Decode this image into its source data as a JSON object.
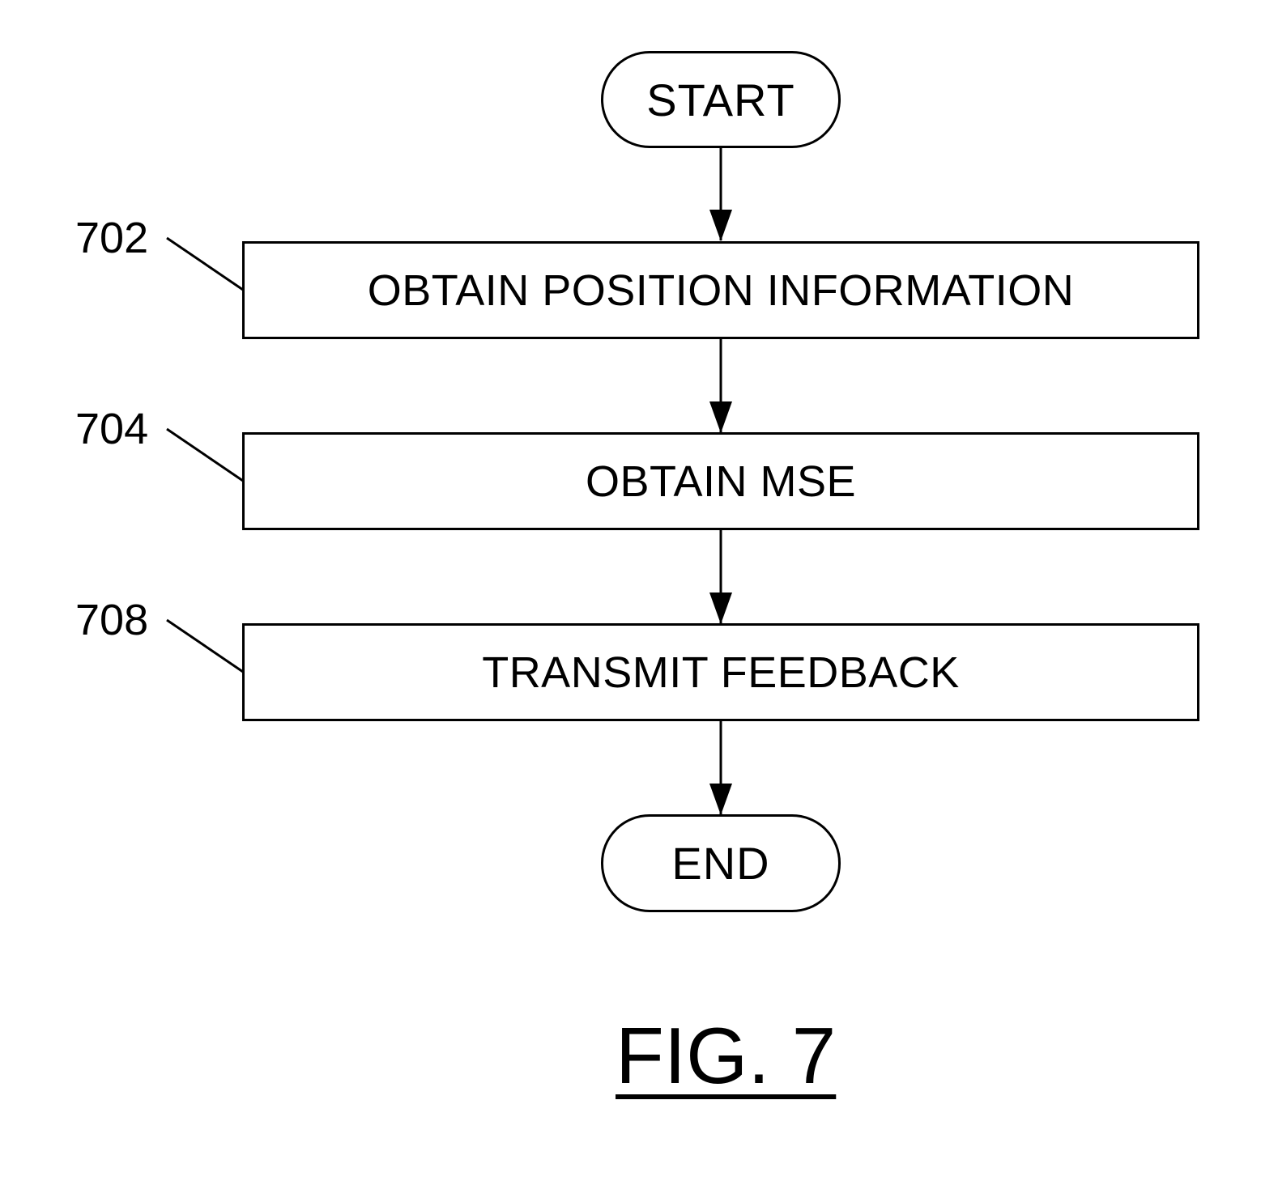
{
  "diagram": {
    "start_label": "START",
    "end_label": "END",
    "steps": [
      {
        "ref": "702",
        "label": "OBTAIN POSITION INFORMATION"
      },
      {
        "ref": "704",
        "label": "OBTAIN MSE"
      },
      {
        "ref": "708",
        "label": "TRANSMIT FEEDBACK"
      }
    ],
    "figure_label": "FIG. 7"
  }
}
